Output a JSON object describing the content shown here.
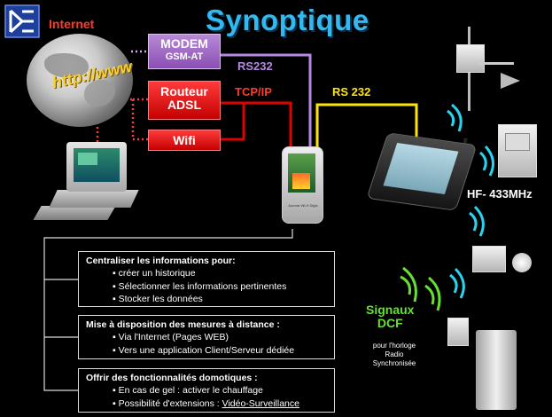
{
  "title": "Synoptique",
  "internet_label": "Internet",
  "globe_text": "http://www",
  "modem": {
    "line1": "MODEM",
    "line2": "GSM-AT"
  },
  "routeur": {
    "line1": "Routeur",
    "line2": "ADSL"
  },
  "wifi": "Wifi",
  "link_labels": {
    "rs232_modem": "RS232",
    "tcpip": "TCP/IP",
    "rs232_station": "RS 232"
  },
  "hf_label": "HF- 433MHz",
  "dcf": {
    "line1": "Signaux",
    "line2": "DCF",
    "note1": "pour l'horloge",
    "note2": "Radio",
    "note3": "Synchronisée"
  },
  "pda_text": "Aurorar WLH Diglo",
  "info_boxes": [
    {
      "heading": "Centraliser les informations pour:",
      "items": [
        "créer un historique",
        "Sélectionner les informations pertinentes",
        "Stocker les données"
      ]
    },
    {
      "heading": "Mise à disposition des mesures à distance :",
      "items": [
        "Via l'Internet (Pages WEB)",
        "Vers une application Client/Serveur dédiée"
      ]
    },
    {
      "heading": "Offrir des fonctionnalités domotiques :",
      "items": [
        "En cas de gel : activer le chauffage",
        "Possibilité d'extensions : "
      ],
      "underlined": "Vidéo-Surveillance"
    }
  ],
  "colors": {
    "title": "#33b8f0",
    "modem": "#9b5fc4",
    "red": "#e00000",
    "rs232": "#b48ae0",
    "yellow": "#ffe600",
    "dcf": "#66e033",
    "hf": "#2ad4f0"
  }
}
